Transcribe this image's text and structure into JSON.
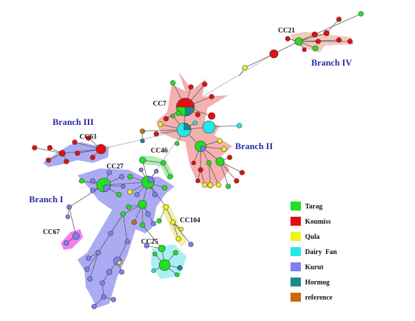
{
  "branches": {
    "b1": "Branch I",
    "b2": "Branch II",
    "b3": "Branch III",
    "b4": "Branch IV"
  },
  "clonal_complexes": {
    "cc7": "CC7",
    "cc21": "CC21",
    "cc25": "CC25",
    "cc27": "CC27",
    "cc46": "CC46",
    "cc63": "CC63",
    "cc67": "CC67",
    "cc104": "CC104"
  },
  "legend": [
    {
      "label": "Tarag",
      "color": "#22e022"
    },
    {
      "label": "Koumiss",
      "color": "#e01010"
    },
    {
      "label": "Qula",
      "color": "#f2f218"
    },
    {
      "label": "Dairy  Fan",
      "color": "#22e8e8"
    },
    {
      "label": "Kurut",
      "color": "#7f7ff0"
    },
    {
      "label": "Hormog",
      "color": "#1a8a8a"
    },
    {
      "label": "reference",
      "color": "#c86a10"
    }
  ],
  "colors": {
    "pink_halo": "#f4a6a0",
    "blue_halo": "#a2a2f2",
    "green_halo": "#a8eaa8",
    "yellow_halo": "#f2eea0",
    "magenta_halo": "#f070f0",
    "edge": "#555555",
    "long_edge": "#bbbbbb"
  }
}
